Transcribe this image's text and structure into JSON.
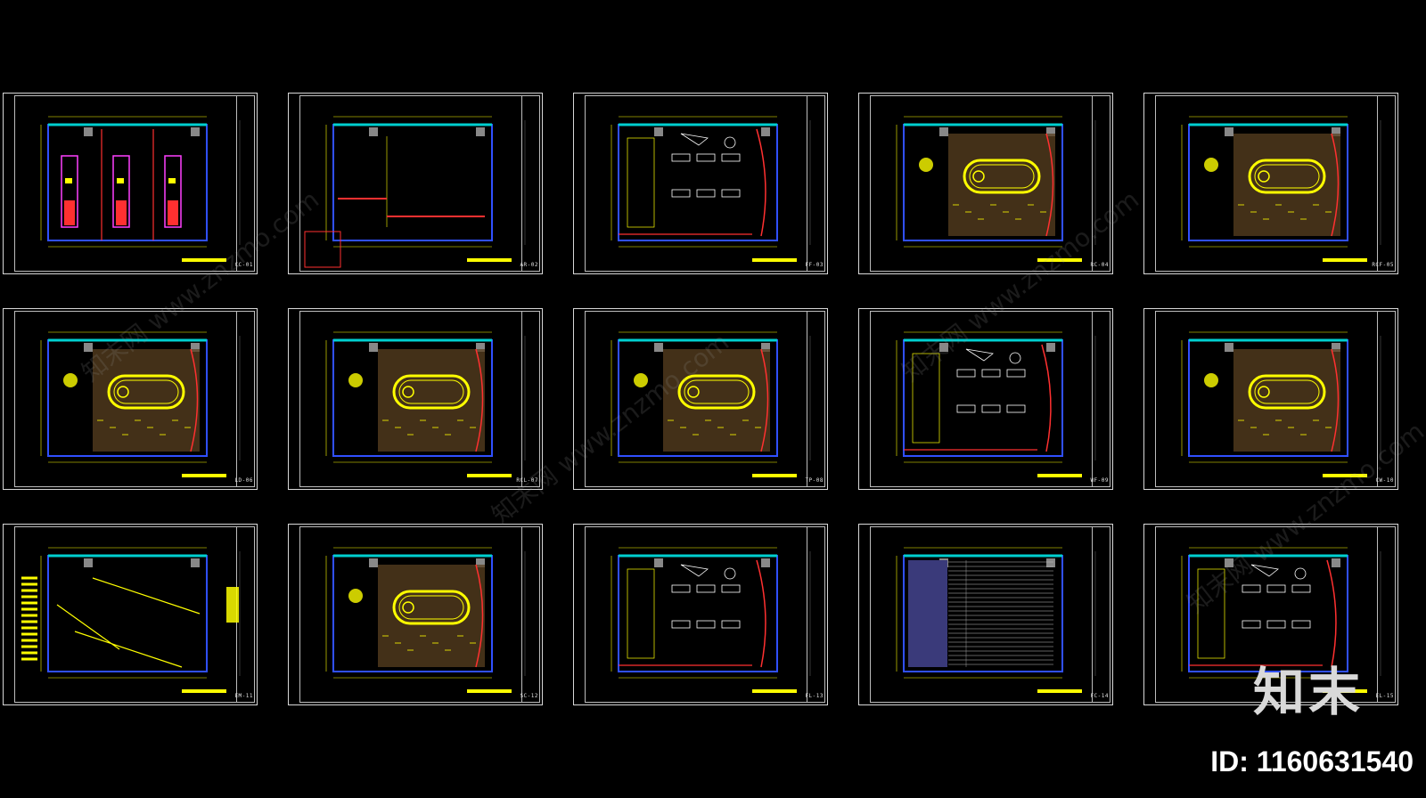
{
  "sheets": [
    {
      "code": "CC-01",
      "kind": "elev"
    },
    {
      "code": "AR-02",
      "kind": "blank"
    },
    {
      "code": "FF-03",
      "kind": "furn"
    },
    {
      "code": "RC-04",
      "kind": "ceil"
    },
    {
      "code": "RCF-05",
      "kind": "ceil"
    },
    {
      "code": "LD-06",
      "kind": "ceil"
    },
    {
      "code": "RCL-07",
      "kind": "ceil"
    },
    {
      "code": "TP-08",
      "kind": "ceil"
    },
    {
      "code": "WF-09",
      "kind": "furn"
    },
    {
      "code": "CW-10",
      "kind": "ceil"
    },
    {
      "code": "EM-11",
      "kind": "wire"
    },
    {
      "code": "SC-12",
      "kind": "ceil"
    },
    {
      "code": "FL-13",
      "kind": "furn"
    },
    {
      "code": "FC-14",
      "kind": "floor"
    },
    {
      "code": "EL-15",
      "kind": "furn"
    }
  ],
  "brand": "知末",
  "id_text": "ID: 1160631540",
  "watermark_text": "知末网 www.znzmo.com",
  "colors": {
    "background": "#000000",
    "frame": "#d8d8d8",
    "accent_yellow": "#ffff00",
    "accent_red": "#ff3030",
    "accent_blue": "#3050ff",
    "accent_cyan": "#00d0d0",
    "accent_magenta": "#ff40ff"
  }
}
